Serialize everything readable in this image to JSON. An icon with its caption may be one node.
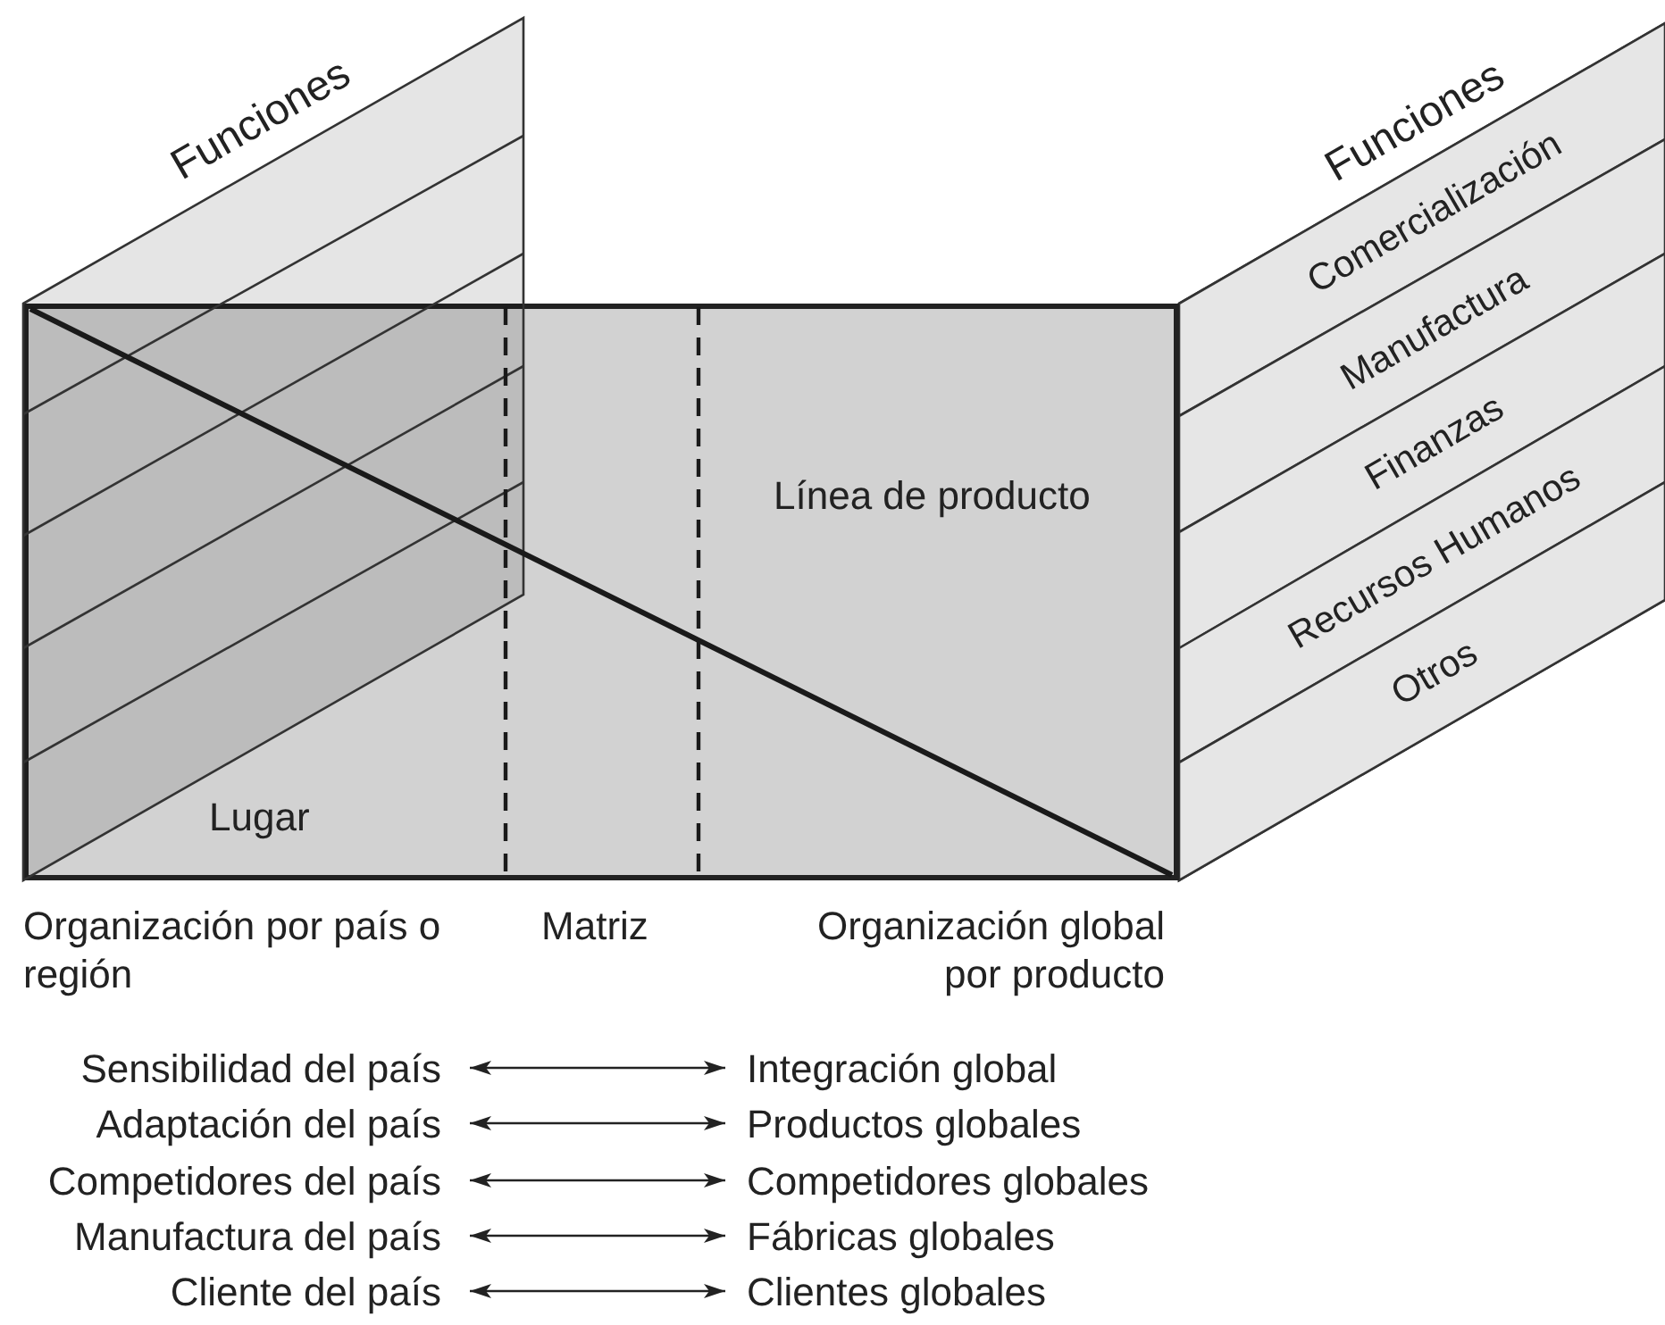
{
  "diagram": {
    "nodes": [
      {
        "text": [
          "Funciones"
        ]
      },
      {
        "text": [
          "Funciones"
        ]
      },
      {
        "text": [
          "Comercialización"
        ],
        "in": 1
      },
      {
        "text": [
          "Manufactura"
        ],
        "in": 1
      },
      {
        "text": [
          "Finanzas"
        ],
        "in": 1
      },
      {
        "text": [
          "Recursos Humanos"
        ],
        "in": 1
      },
      {
        "text": [
          "Otros"
        ],
        "in": 1
      },
      {
        "text": [
          "Línea de producto",
          "Lugar"
        ]
      },
      {
        "text": [
          "Sensibilidad del país"
        ]
      },
      {
        "text": [
          "Integración global"
        ]
      },
      {
        "text": [
          "Adaptación del país"
        ]
      },
      {
        "text": [
          "Productos globales"
        ]
      },
      {
        "text": [
          "Competidores del país"
        ]
      },
      {
        "text": [
          "Competidores globales"
        ]
      },
      {
        "text": [
          "Manufactura del país"
        ]
      },
      {
        "text": [
          "Fábricas globales"
        ]
      },
      {
        "text": [
          "Cliente del país"
        ]
      },
      {
        "text": [
          "Clientes globales"
        ]
      }
    ],
    "edges": [
      {
        "from": 8,
        "to": 9,
        "arrow": "both"
      },
      {
        "from": 10,
        "to": 11,
        "arrow": "both"
      },
      {
        "from": 12,
        "to": 13,
        "arrow": "both"
      },
      {
        "from": 14,
        "to": 15,
        "arrow": "both"
      },
      {
        "from": 16,
        "to": 17,
        "arrow": "both"
      }
    ],
    "labels": [
      "Organización por país o región",
      "Matriz",
      "Organización global por producto"
    ]
  }
}
